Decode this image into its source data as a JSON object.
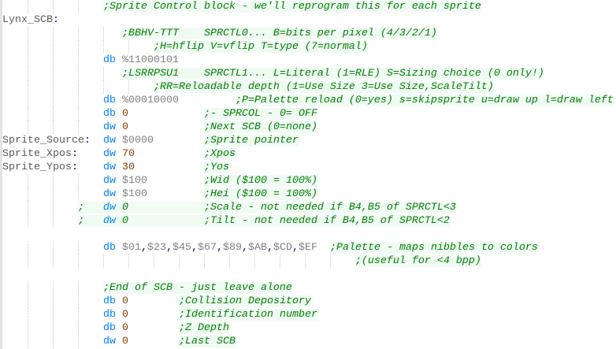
{
  "editor": {
    "lines": [
      [
        [
          "                ",
          "ws"
        ],
        [
          ";Sprite Control block - we'll reprogram this for each sprite",
          "comment"
        ]
      ],
      [
        [
          "Lynx_SCB",
          "label"
        ],
        [
          ":",
          "colon"
        ]
      ],
      [
        [
          "                   ",
          "ws"
        ],
        [
          ";BBHV-TTT    SPRCTL0... B=bits per pixel (4/3/2/1)",
          "comment"
        ]
      ],
      [
        [
          "                        ",
          "ws"
        ],
        [
          ";H=hflip V=vflip T=type (7=normal)",
          "comment"
        ]
      ],
      [
        [
          "                ",
          "ws"
        ],
        [
          "db",
          "kw"
        ],
        [
          " ",
          "ws"
        ],
        [
          "%11000101",
          "hex"
        ]
      ],
      [
        [
          "                   ",
          "ws"
        ],
        [
          ";LSRRPSU1    SPRCTL1... L=Literal (1=RLE) S=Sizing choice (0 only!)",
          "comment"
        ]
      ],
      [
        [
          "                        ",
          "ws"
        ],
        [
          ";RR=Reloadable depth (1=Use Size 3=Use Size,ScaleTilt)",
          "comment"
        ]
      ],
      [
        [
          "                ",
          "ws"
        ],
        [
          "db",
          "kw"
        ],
        [
          " ",
          "ws"
        ],
        [
          "%00010000",
          "hex"
        ],
        [
          "         ",
          "ws"
        ],
        [
          ";P=Palette reload (0=yes) s=skipsprite u=draw up l=draw left",
          "comment"
        ]
      ],
      [
        [
          "                ",
          "ws"
        ],
        [
          "db",
          "kw"
        ],
        [
          " ",
          "ws"
        ],
        [
          "0",
          "num"
        ],
        [
          "            ",
          "ws"
        ],
        [
          ";- SPRCOL - 0= OFF",
          "comment"
        ]
      ],
      [
        [
          "                ",
          "ws"
        ],
        [
          "dw",
          "kw"
        ],
        [
          " ",
          "ws"
        ],
        [
          "0",
          "num"
        ],
        [
          "            ",
          "ws"
        ],
        [
          ";Next SCB (0=none)",
          "comment"
        ]
      ],
      [
        [
          "Sprite_Source",
          "label"
        ],
        [
          ":",
          "colon"
        ],
        [
          "  ",
          "ws"
        ],
        [
          "dw",
          "kw"
        ],
        [
          " ",
          "ws"
        ],
        [
          "$0000",
          "hex"
        ],
        [
          "        ",
          "ws"
        ],
        [
          ";Sprite pointer",
          "comment"
        ]
      ],
      [
        [
          "Sprite_Xpos",
          "label"
        ],
        [
          ":",
          "colon"
        ],
        [
          "    ",
          "ws"
        ],
        [
          "dw",
          "kw"
        ],
        [
          " ",
          "ws"
        ],
        [
          "70",
          "num"
        ],
        [
          "           ",
          "ws"
        ],
        [
          ";Xpos",
          "comment"
        ]
      ],
      [
        [
          "Sprite_Ypos",
          "label"
        ],
        [
          ":",
          "colon"
        ],
        [
          "    ",
          "ws"
        ],
        [
          "dw",
          "kw"
        ],
        [
          " ",
          "ws"
        ],
        [
          "30",
          "num"
        ],
        [
          "           ",
          "ws"
        ],
        [
          ";Yos",
          "comment"
        ]
      ],
      [
        [
          "                ",
          "ws"
        ],
        [
          "dw",
          "kw"
        ],
        [
          " ",
          "ws"
        ],
        [
          "$100",
          "hex"
        ],
        [
          "         ",
          "ws"
        ],
        [
          ";Wid ($100 = 100%)",
          "comment"
        ]
      ],
      [
        [
          "                ",
          "ws"
        ],
        [
          "dw",
          "kw"
        ],
        [
          " ",
          "ws"
        ],
        [
          "$100",
          "hex"
        ],
        [
          "         ",
          "ws"
        ],
        [
          ";Hei ($100 = 100%)",
          "comment"
        ]
      ],
      [
        [
          "            ",
          "ws"
        ],
        [
          ";   ",
          "comment"
        ],
        [
          "dw",
          "comment-kw"
        ],
        [
          " 0            ",
          "comment"
        ],
        [
          ";Scale - not needed if B4,B5 of SPRCTL<3",
          "comment"
        ]
      ],
      [
        [
          "            ",
          "ws"
        ],
        [
          ";   ",
          "comment"
        ],
        [
          "dw",
          "comment-kw"
        ],
        [
          " 0            ",
          "comment"
        ],
        [
          ";Tilt - not needed if B4,B5 of SPRCTL<2",
          "comment"
        ]
      ],
      [],
      [
        [
          "                ",
          "ws"
        ],
        [
          "db",
          "kw"
        ],
        [
          " ",
          "ws"
        ],
        [
          "$01",
          "hex"
        ],
        [
          ",",
          "colon"
        ],
        [
          "$23",
          "hex"
        ],
        [
          ",",
          "colon"
        ],
        [
          "$45",
          "hex"
        ],
        [
          ",",
          "colon"
        ],
        [
          "$67",
          "hex"
        ],
        [
          ",",
          "colon"
        ],
        [
          "$89",
          "hex"
        ],
        [
          ",",
          "colon"
        ],
        [
          "$AB",
          "hex"
        ],
        [
          ",",
          "colon"
        ],
        [
          "$CD",
          "hex"
        ],
        [
          ",",
          "colon"
        ],
        [
          "$EF",
          "hex"
        ],
        [
          "  ",
          "ws"
        ],
        [
          ";Palette - maps nibbles to colors",
          "comment"
        ]
      ],
      [
        [
          "                                                        ",
          "ws"
        ],
        [
          ";(useful for <4 bpp)",
          "comment"
        ]
      ],
      [],
      [
        [
          "                ",
          "ws"
        ],
        [
          ";End of SCB - just leave alone",
          "comment"
        ]
      ],
      [
        [
          "                ",
          "ws"
        ],
        [
          "db",
          "kw"
        ],
        [
          " ",
          "ws"
        ],
        [
          "0",
          "num"
        ],
        [
          "        ",
          "ws"
        ],
        [
          ";Collision Depository",
          "comment"
        ]
      ],
      [
        [
          "                ",
          "ws"
        ],
        [
          "db",
          "kw"
        ],
        [
          " ",
          "ws"
        ],
        [
          "0",
          "num"
        ],
        [
          "        ",
          "ws"
        ],
        [
          ";Identification number",
          "comment"
        ]
      ],
      [
        [
          "                ",
          "ws"
        ],
        [
          "db",
          "kw"
        ],
        [
          " ",
          "ws"
        ],
        [
          "0",
          "num"
        ],
        [
          "        ",
          "ws"
        ],
        [
          ";Z Depth",
          "comment"
        ]
      ],
      [
        [
          "                ",
          "ws"
        ],
        [
          "dw",
          "kw"
        ],
        [
          " ",
          "ws"
        ],
        [
          "0",
          "num"
        ],
        [
          "        ",
          "ws"
        ],
        [
          ";Last SCB",
          "comment"
        ]
      ]
    ]
  }
}
